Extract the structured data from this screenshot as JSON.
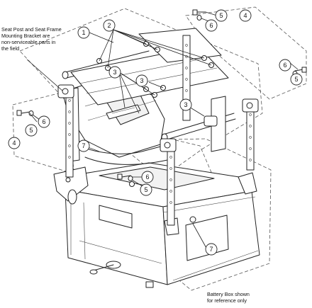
{
  "notes": {
    "serviceable_line1": "Seat Post and Seat Frame",
    "serviceable_line2": "Mounting Bracket are",
    "serviceable_line3": "non-serviceable parts in",
    "serviceable_line4": "the field",
    "battery_line1": "Battery Box shown",
    "battery_line2": "for reference only"
  },
  "callouts": {
    "c1": "1",
    "c2": "2",
    "c3a": "3",
    "c3b": "3",
    "c3c": "3",
    "c4a": "4",
    "c4b": "4",
    "c5a": "5",
    "c5b": "5",
    "c5c": "5",
    "c5d": "5",
    "c6a": "6",
    "c6b": "6",
    "c6c": "6",
    "c6d": "6",
    "c7a": "7",
    "c7b": "7"
  }
}
